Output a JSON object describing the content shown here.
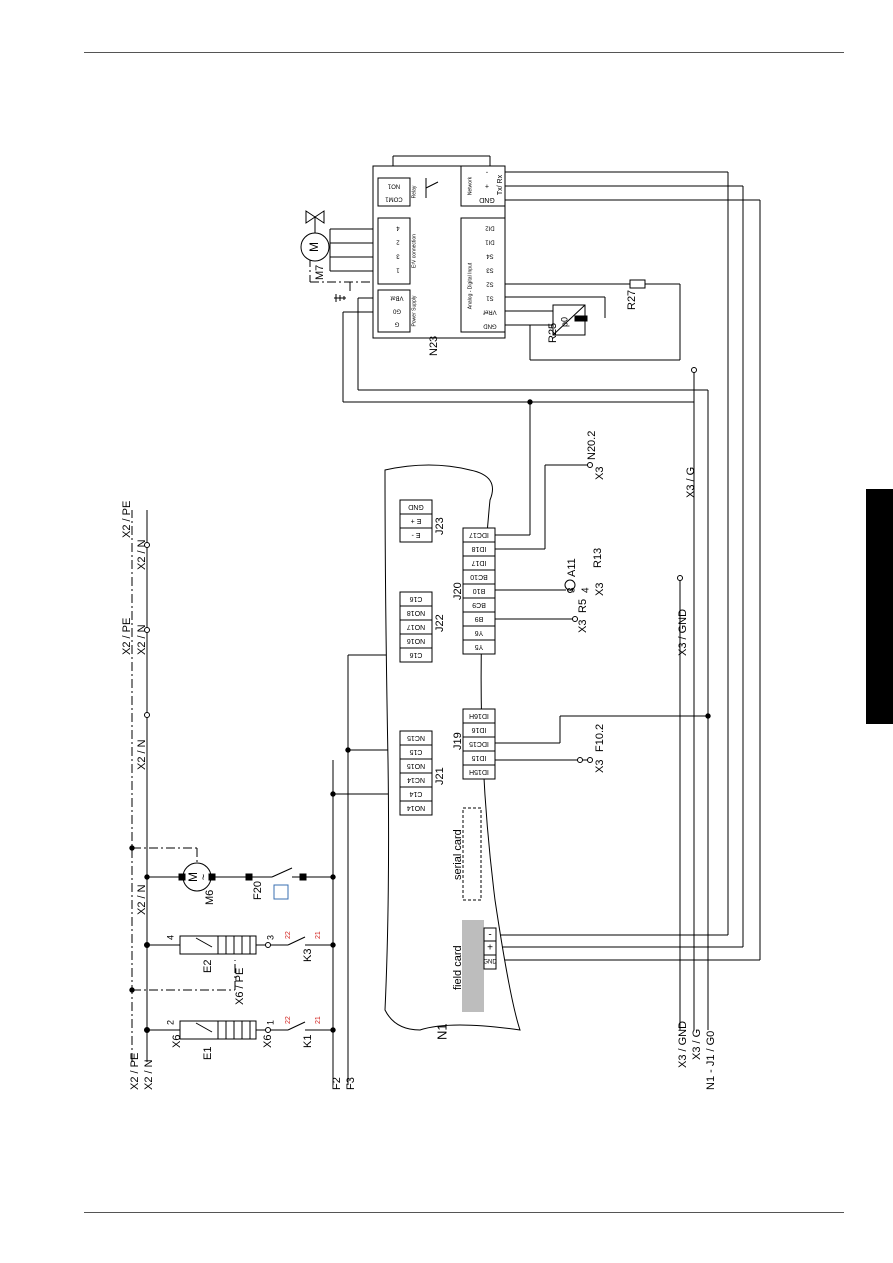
{
  "colors": {
    "line": "#000000",
    "accent": "#d2231e",
    "card_fill": "#bdbdbd",
    "side_tab": "#000000"
  },
  "labels": {
    "n1": "N1",
    "n23": "N23",
    "m6": "M6",
    "m7": "M7",
    "e1": "E1",
    "e2": "E2",
    "k1": "K1",
    "k3": "K3",
    "f20": "F20",
    "r25": "R25",
    "r27": "R27",
    "x6_left": "X6",
    "x6_mid": "X6",
    "x6_pe": "X6 / PE",
    "x2pe_bottom": "X2 / PE",
    "x2n_bottom": "X2 / N",
    "x2n_mid1": "X2 / N",
    "x2n_mid2": "X2 / N",
    "x2pe_top1": "X2 / PE",
    "x2n_top1": "X2 / N",
    "x2pe_top2": "X2 / PE",
    "x2n_top2": "X2 / N",
    "f2": "F2",
    "f3": "F3",
    "x3_gnd_bottom": "X3 / GND",
    "x3_g_bottom": "X3 / G",
    "n1_j1_g0": "N1 - J1 / G0",
    "x3_gnd_mid": "X3 / GND",
    "x3_g_top": "X3 / G",
    "x3_a": "X3",
    "n20_2": "N20.2",
    "x3_b": "X3",
    "r13": "R13",
    "a11": "A11",
    "num3": "3",
    "num4": "4",
    "x3_c": "X3",
    "r5": "R5",
    "x3_d": "X3",
    "f10_2": "F10.2",
    "t2": "2",
    "t1": "1",
    "t4": "4",
    "t3": "3",
    "k1_22": "22",
    "k1_21": "21",
    "k3_22": "22",
    "k3_21": "21",
    "serial_card": "serial card",
    "field_card": "field card",
    "j19": "J19",
    "j20": "J20",
    "j21": "J21",
    "j22": "J22",
    "j23": "J23",
    "plus": "+",
    "minus": "-",
    "p0": "p0",
    "m_sym": "M",
    "m6_sym": "M",
    "tilde": "~"
  },
  "n1_connectors": {
    "j23": [
      "GND",
      "E +",
      "E -"
    ],
    "j20": [
      "IDC17",
      "ID18",
      "ID17",
      "BC10",
      "B10",
      "BC9",
      "B9",
      "Y6",
      "Y5"
    ],
    "j22": [
      "C16",
      "NO18",
      "NO17",
      "NO16",
      "C16"
    ],
    "j19": [
      "ID16H",
      "ID16",
      "IDC15",
      "ID15",
      "ID15H"
    ],
    "j21": [
      "NC15",
      "C15",
      "NO15",
      "NC14",
      "C14",
      "NO14"
    ],
    "field": [
      "-",
      "+",
      "GND"
    ]
  },
  "n23_module": {
    "relay": [
      "NO1",
      "COM1"
    ],
    "relay_title": "Relay",
    "ev": [
      "4",
      "2",
      "3",
      "1"
    ],
    "ev_title": "E²V connection",
    "power": [
      "VBat",
      "G0",
      "G"
    ],
    "power_title": "Power Supply",
    "network": [
      "-",
      "+",
      "GND"
    ],
    "network_title": "Network",
    "network_side": "Tx/ Rx",
    "io": [
      "DI2",
      "DI1",
      "S4",
      "S3",
      "S2",
      "S1",
      "VRef",
      "GND"
    ],
    "io_title": "Analog - Digital Input"
  }
}
